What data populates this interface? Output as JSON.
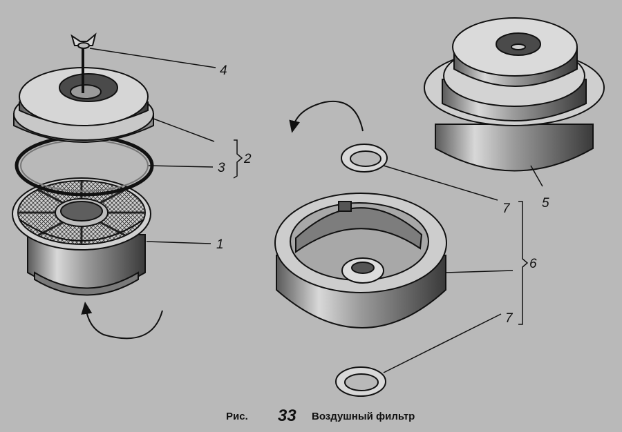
{
  "labels": {
    "l4": "4",
    "l3": "3",
    "l2": "2",
    "l1": "1",
    "l7a": "7",
    "l5": "5",
    "l6": "6",
    "l7b": "7"
  },
  "caption": {
    "prefix": "Рис.",
    "number": "33",
    "title": "Воздушный фильтр"
  }
}
